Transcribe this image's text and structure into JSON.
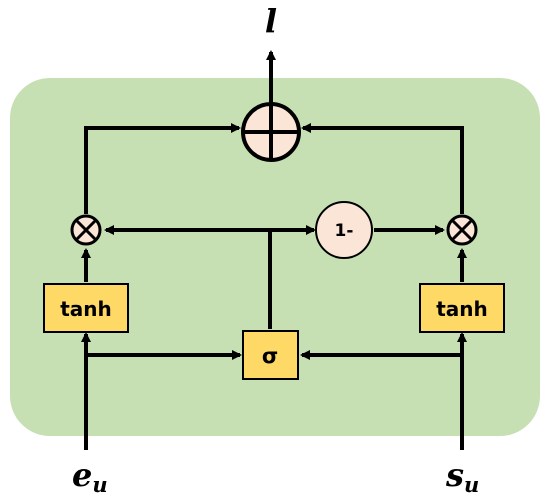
{
  "colors": {
    "panel": "#c6e0b4",
    "box_fill": "#ffd966",
    "circle_fill": "#fbe5d6",
    "stroke": "#000000"
  },
  "labels": {
    "output": "l",
    "input_e_base": "e",
    "input_e_sub": "u",
    "input_s_base": "s",
    "input_s_sub": "u",
    "tanh_left": "tanh",
    "tanh_right": "tanh",
    "sigma": "σ",
    "one_minus": "1-"
  },
  "icons": {
    "sum": "circled-plus-icon",
    "multiply": "circled-times-icon"
  }
}
